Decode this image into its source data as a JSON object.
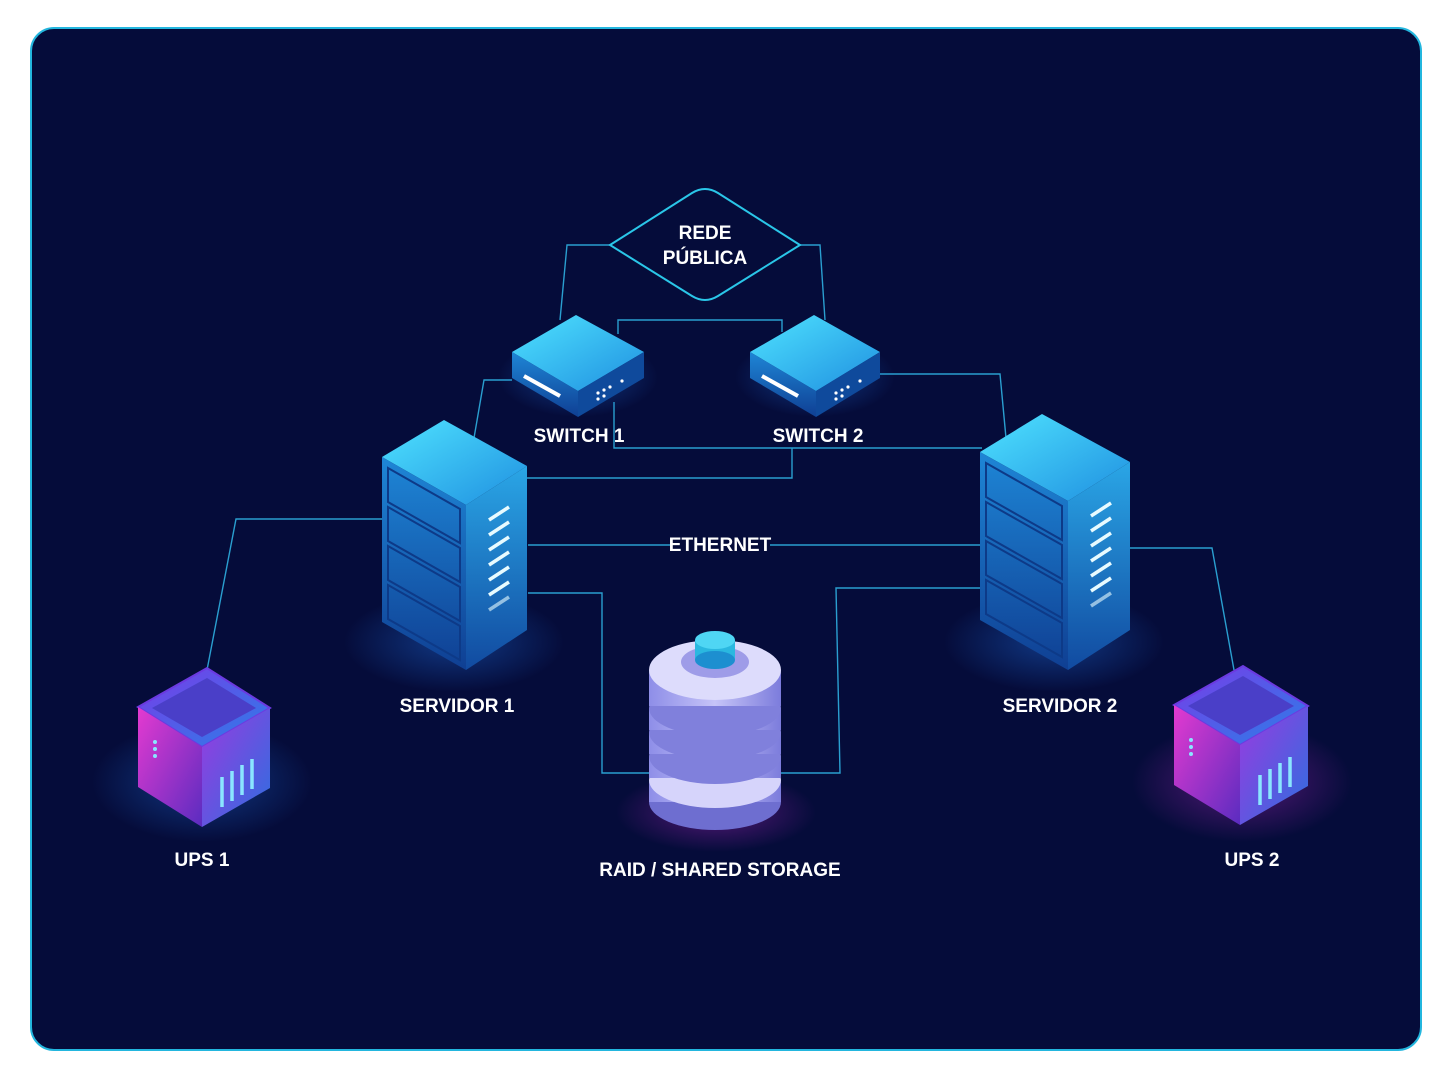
{
  "diagram": {
    "nodes": {
      "public_network": {
        "line1": "REDE",
        "line2": "PÚBLICA"
      },
      "switch1": "SWITCH 1",
      "switch2": "SWITCH 2",
      "server1": "SERVIDOR 1",
      "server2": "SERVIDOR 2",
      "storage": "RAID / SHARED STORAGE",
      "ups1": "UPS 1",
      "ups2": "UPS 2"
    },
    "link_label": "ETHERNET",
    "colors": {
      "background": "#050c3a",
      "frame": "#23b6de",
      "wire": "#2a9fd0",
      "server_blue": "#1a8fd6",
      "ups_magenta": "#c02ad0",
      "storage_lavender": "#b9b8f4"
    }
  }
}
